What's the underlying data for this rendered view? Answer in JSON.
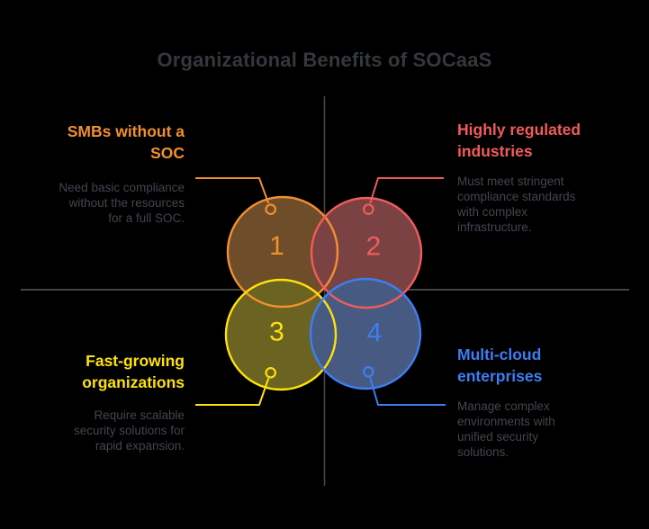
{
  "title": "Organizational Benefits of SOCaaS",
  "colors": {
    "background": "#000000",
    "title_text": "#34383d",
    "body_text": "#41464e",
    "crosshair": "#454548"
  },
  "items": [
    {
      "number": "1",
      "name": "SMBs without a SOC",
      "color": "#F2902E",
      "fill_color": "#6E4D2A",
      "title_lines": [
        "SMBs without a",
        "SOC"
      ],
      "desc_lines": [
        "Need basic compliance",
        "without the resources",
        "for a full SOC."
      ]
    },
    {
      "number": "2",
      "name": "Highly regulated industries",
      "color": "#F25B5B",
      "fill_color": "#7B4244",
      "title_lines": [
        "Highly regulated",
        "industries"
      ],
      "desc_lines": [
        "Must meet stringent",
        "compliance standards",
        "with complex",
        "infrastructure."
      ]
    },
    {
      "number": "3",
      "name": "Fast-growing organizations",
      "color": "#FFE10A",
      "fill_color": "#6A6321",
      "title_lines": [
        "Fast-growing",
        "organizations"
      ],
      "desc_lines": [
        "Require scalable",
        "security solutions for",
        "rapid expansion."
      ]
    },
    {
      "number": "4",
      "name": "Multi-cloud enterprises",
      "color": "#3E7EF2",
      "fill_color": "#475B82",
      "title_lines": [
        "Multi-cloud",
        "enterprises"
      ],
      "desc_lines": [
        "Manage complex",
        "environments with",
        "unified security",
        "solutions."
      ]
    }
  ]
}
